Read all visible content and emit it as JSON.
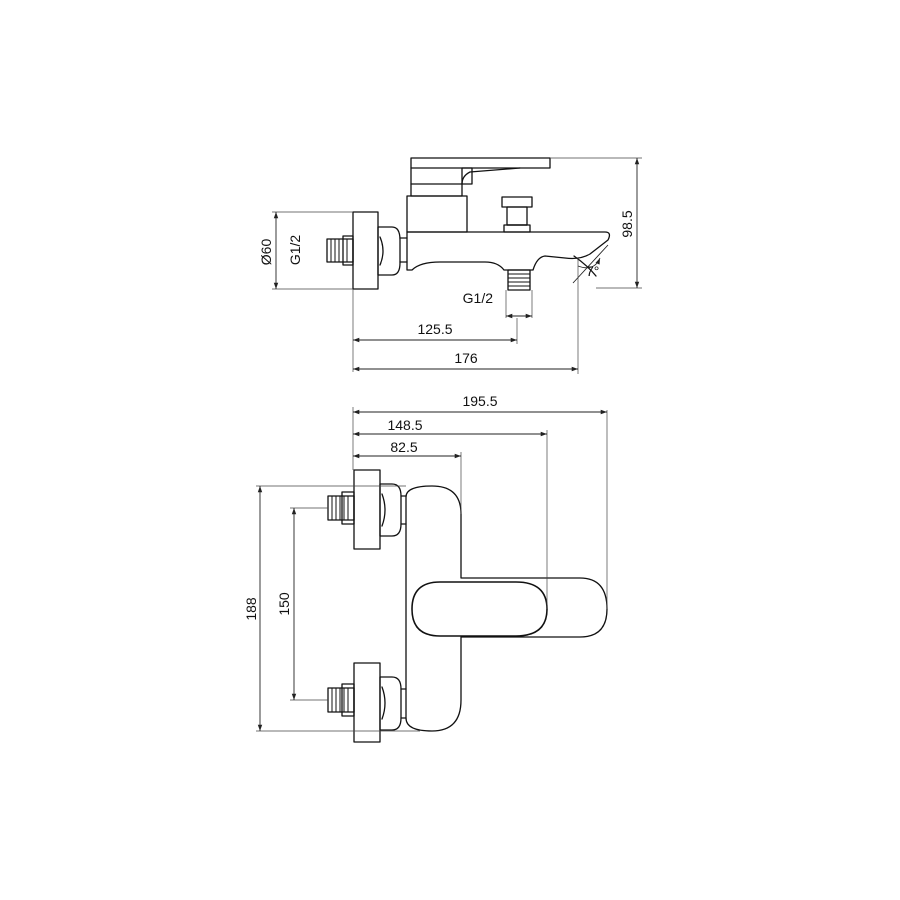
{
  "side_view": {
    "dia_label": "Ø60",
    "wall_thread_label": "G1/2",
    "outlet_thread_label": "G1/2",
    "height_label": "98.5",
    "angle_label": "7°",
    "dim_outlet_label": "125.5",
    "dim_total_label": "176"
  },
  "top_view": {
    "dim_overall_label": "195.5",
    "dim_handle_label": "148.5",
    "dim_body_label": "82.5",
    "dim_outer_label": "188",
    "dim_centers_label": "150"
  }
}
